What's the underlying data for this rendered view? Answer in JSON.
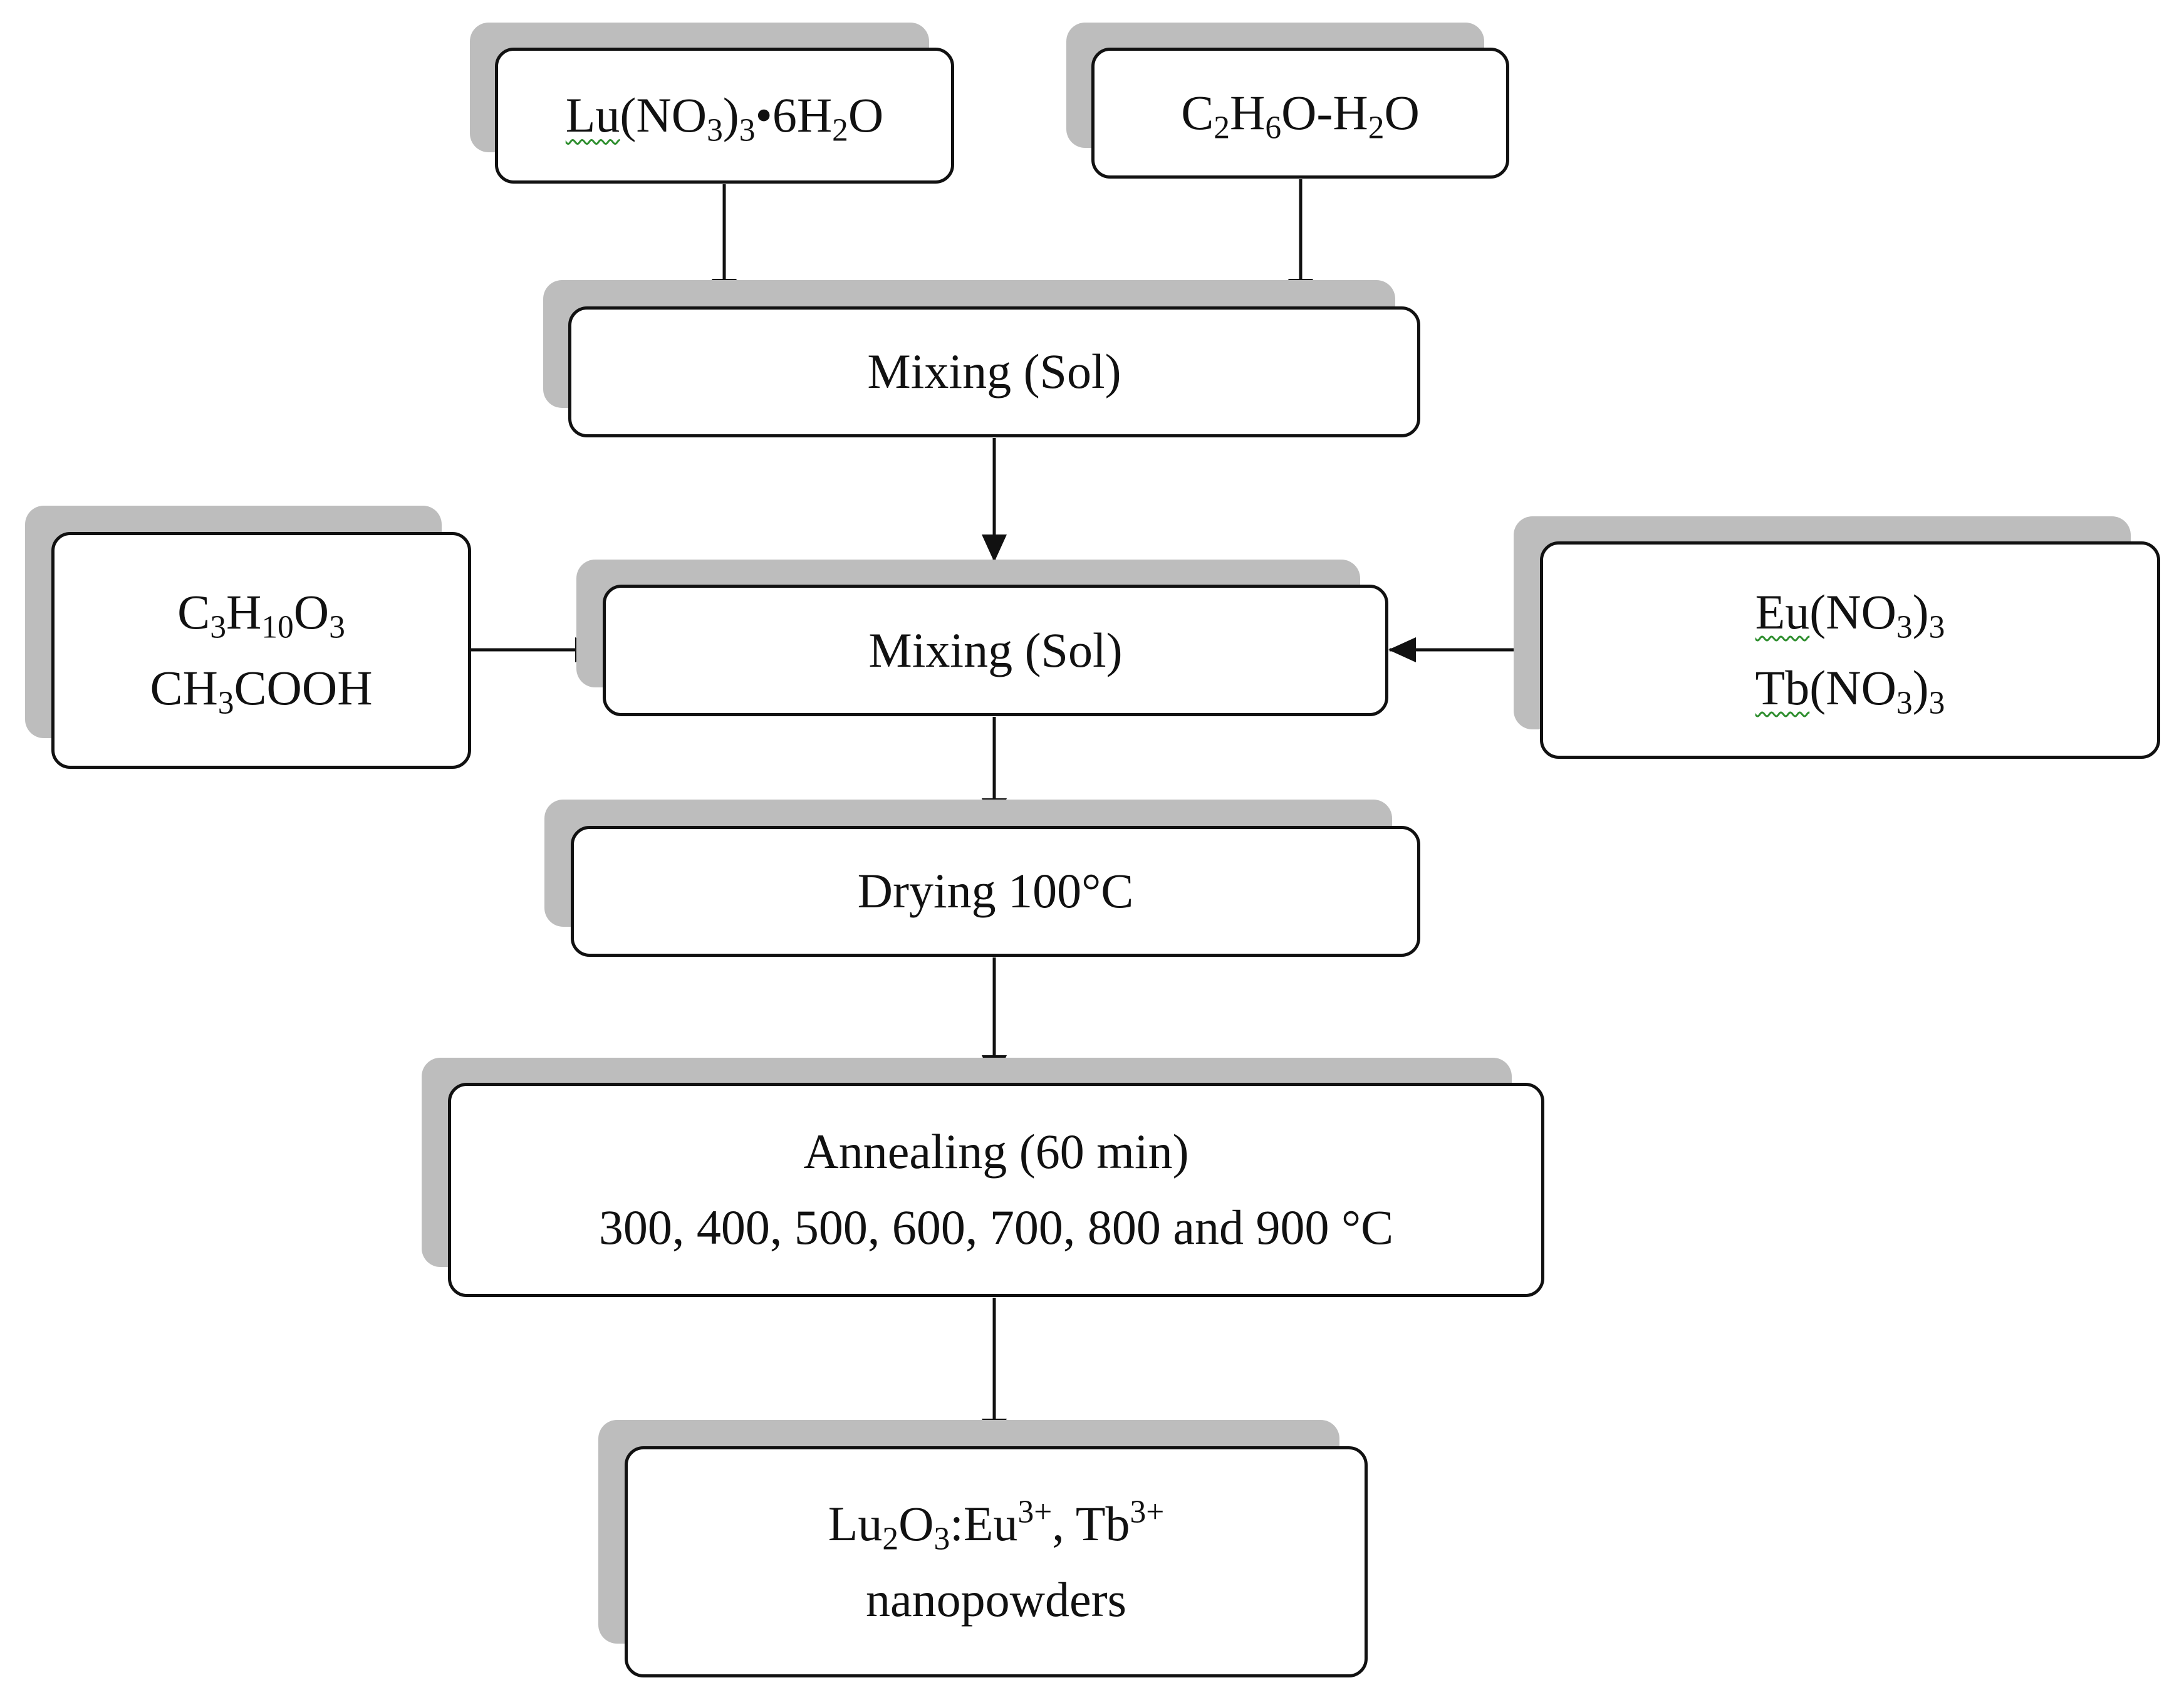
{
  "diagram": {
    "nodes": {
      "lu_nitrate": {
        "lines": [
          [
            {
              "t": "Lu",
              "s": "wavy"
            },
            {
              "t": "(NO"
            },
            {
              "t": "3",
              "s": "sub"
            },
            {
              "t": ")"
            },
            {
              "t": "3",
              "s": "sub"
            },
            {
              "t": "•6H"
            },
            {
              "t": "2",
              "s": "sub"
            },
            {
              "t": "O"
            }
          ]
        ]
      },
      "ethanol_water": {
        "lines": [
          [
            {
              "t": "C"
            },
            {
              "t": "2",
              "s": "sub"
            },
            {
              "t": "H"
            },
            {
              "t": "6",
              "s": "sub"
            },
            {
              "t": "O-H"
            },
            {
              "t": "2",
              "s": "sub"
            },
            {
              "t": "O"
            }
          ]
        ]
      },
      "mixing_sol_1": {
        "lines": [
          [
            {
              "t": "Mixing (Sol)"
            }
          ]
        ]
      },
      "additives": {
        "lines": [
          [
            {
              "t": "C"
            },
            {
              "t": "3",
              "s": "sub"
            },
            {
              "t": "H"
            },
            {
              "t": "10",
              "s": "sub"
            },
            {
              "t": "O"
            },
            {
              "t": "3",
              "s": "sub"
            }
          ],
          [
            {
              "t": "CH"
            },
            {
              "t": "3",
              "s": "sub"
            },
            {
              "t": "COOH"
            }
          ]
        ]
      },
      "mixing_sol_2": {
        "lines": [
          [
            {
              "t": "Mixing (Sol)"
            }
          ]
        ]
      },
      "dopants": {
        "lines": [
          [
            {
              "t": "Eu",
              "s": "wavy"
            },
            {
              "t": "(NO"
            },
            {
              "t": "3",
              "s": "sub"
            },
            {
              "t": ")"
            },
            {
              "t": "3",
              "s": "sub"
            }
          ],
          [
            {
              "t": "Tb",
              "s": "wavy"
            },
            {
              "t": "(NO"
            },
            {
              "t": "3",
              "s": "sub"
            },
            {
              "t": ")"
            },
            {
              "t": "3",
              "s": "sub"
            }
          ]
        ]
      },
      "drying": {
        "lines": [
          [
            {
              "t": "Drying 100°C"
            }
          ]
        ]
      },
      "annealing": {
        "lines": [
          [
            {
              "t": "Annealing (60 min)"
            }
          ],
          [
            {
              "t": "300, 400, 500, 600, 700, 800 and 900 °C"
            }
          ]
        ]
      },
      "product": {
        "lines": [
          [
            {
              "t": "Lu"
            },
            {
              "t": "2",
              "s": "sub"
            },
            {
              "t": "O"
            },
            {
              "t": "3",
              "s": "sub"
            },
            {
              "t": ":Eu"
            },
            {
              "t": "3+",
              "s": "sup"
            },
            {
              "t": ", Tb"
            },
            {
              "t": "3+",
              "s": "sup"
            }
          ],
          [
            {
              "t": "nanopowders"
            }
          ]
        ]
      }
    },
    "edges": [
      {
        "from": "lu_nitrate",
        "to": "mixing_sol_1"
      },
      {
        "from": "ethanol_water",
        "to": "mixing_sol_1"
      },
      {
        "from": "mixing_sol_1",
        "to": "mixing_sol_2"
      },
      {
        "from": "additives",
        "to": "mixing_sol_2"
      },
      {
        "from": "dopants",
        "to": "mixing_sol_2"
      },
      {
        "from": "mixing_sol_2",
        "to": "drying"
      },
      {
        "from": "drying",
        "to": "annealing"
      },
      {
        "from": "annealing",
        "to": "product"
      }
    ],
    "colors": {
      "border": "#111111",
      "shadow": "#bdbdbd",
      "background": "#ffffff",
      "arrow": "#111111",
      "spellcheck_underline": "#2f8f2f"
    }
  }
}
